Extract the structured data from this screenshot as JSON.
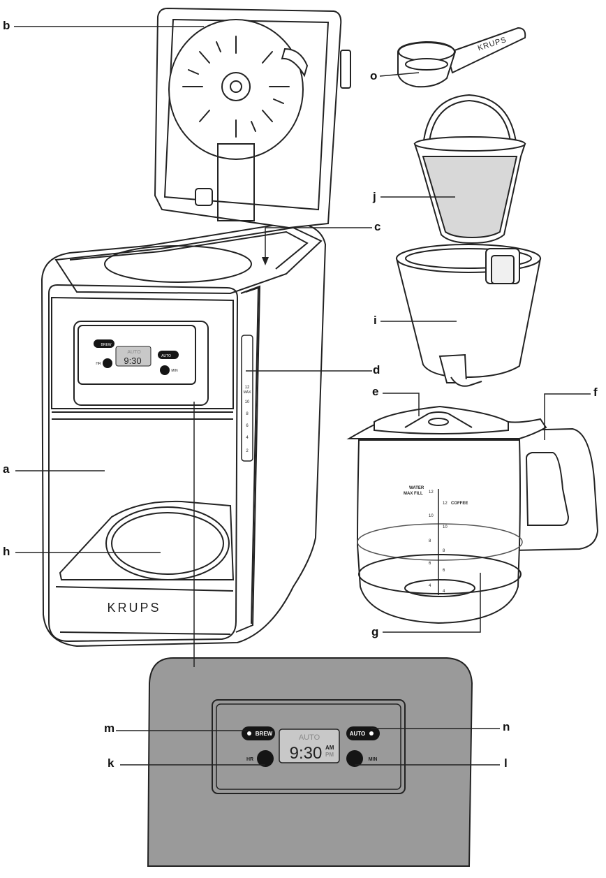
{
  "part_labels": {
    "a": "a",
    "b": "b",
    "c": "c",
    "d": "d",
    "e": "e",
    "f": "f",
    "g": "g",
    "h": "h",
    "i": "i",
    "j": "j",
    "k": "k",
    "l": "l",
    "m": "m",
    "n": "n",
    "o": "o"
  },
  "brand": "KRUPS",
  "scoop_brand": "KRUPS",
  "control_panel": {
    "brew_label": "BREW",
    "auto_label": "AUTO",
    "hr_label": "HR",
    "min_label": "MIN",
    "display_mode": "AUTO",
    "display_time": "9:30",
    "display_am": "AM",
    "display_pm": "PM"
  },
  "water_gauge": [
    "12",
    "MAX",
    "10",
    "8",
    "6",
    "4",
    "2"
  ],
  "carafe": {
    "water_label_1": "WATER",
    "water_label_2": "MAX FILL",
    "coffee_label": "COFFEE",
    "water_marks": [
      "12",
      "10",
      "8",
      "6",
      "4"
    ],
    "coffee_marks": [
      "12",
      "10",
      "8",
      "6",
      "4"
    ]
  },
  "colors": {
    "outline": "#222222",
    "zoom_panel": "#9a9a9a",
    "display": "#c8c8c8",
    "dark_button": "#151515"
  }
}
